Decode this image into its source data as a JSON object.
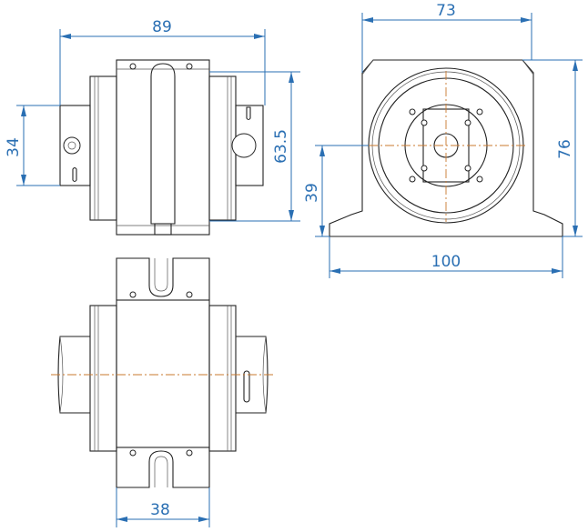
{
  "drawing": {
    "dimensions": {
      "side_width": "89",
      "side_height": "63.5",
      "side_shaft_height": "34",
      "front_width": "73",
      "front_height": "76",
      "front_center_height": "39",
      "base_width": "100",
      "bottom_slot_width": "38"
    },
    "colors": {
      "dimension": "#2a6fb3",
      "outline": "#222222",
      "centerline": "#c8782e"
    }
  }
}
